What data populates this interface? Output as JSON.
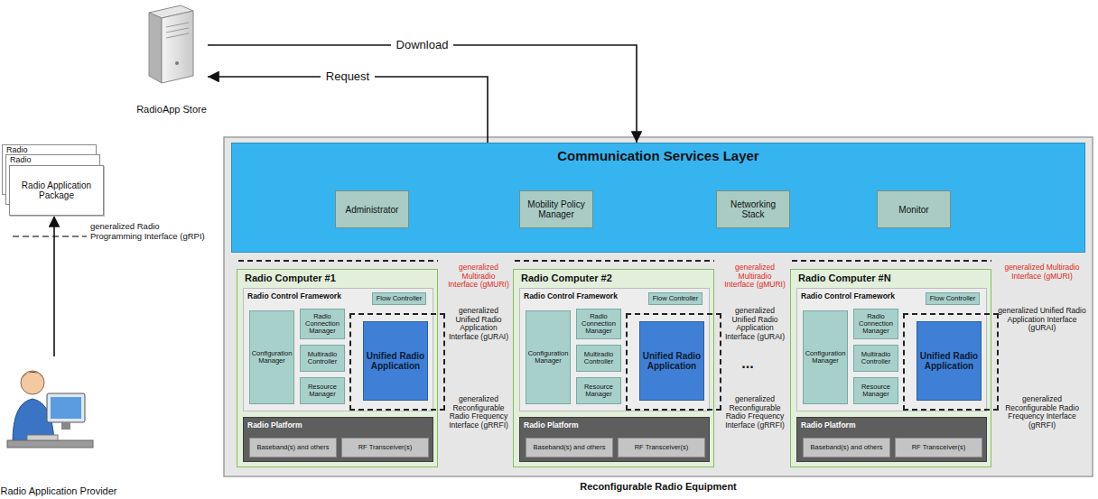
{
  "diagram": {
    "nodes": [
      {
        "text": [
          "RadioApp Store"
        ]
      },
      {
        "text": [
          "Radio Application Package"
        ]
      },
      {
        "text": [
          "Radio Application Provider"
        ]
      },
      {
        "text": [
          "Reconfigurable Radio Equipment"
        ]
      },
      {
        "text": [
          "Communication Services Layer"
        ],
        "in": 3
      },
      {
        "text": [
          "Administrator"
        ],
        "in": 4
      },
      {
        "text": [
          "Mobility Policy Manager"
        ],
        "in": 4
      },
      {
        "text": [
          "Networking Stack"
        ],
        "in": 4
      },
      {
        "text": [
          "Monitor"
        ],
        "in": 4
      },
      {
        "text": [
          "Radio Computer #1"
        ],
        "in": 3
      },
      {
        "text": [
          "Radio Control Framework"
        ],
        "in": 9
      },
      {
        "text": [
          "Flow Controller"
        ],
        "in": 10
      },
      {
        "text": [
          "Configuration Manager"
        ],
        "in": 10
      },
      {
        "text": [
          "Radio Connection Manager"
        ],
        "in": 10
      },
      {
        "text": [
          "Multiradio Controller"
        ],
        "in": 10
      },
      {
        "text": [
          "Resource Manager"
        ],
        "in": 10
      },
      {
        "text": [
          "Unified Radio Application"
        ],
        "in": 10
      },
      {
        "text": [
          "Radio Platform"
        ],
        "in": 9
      },
      {
        "text": [
          "Baseband(s) and others"
        ],
        "in": 17
      },
      {
        "text": [
          "RF Transceiver(s)"
        ],
        "in": 17
      },
      {
        "text": [
          "Radio Computer #2"
        ],
        "in": 3
      },
      {
        "text": [
          "Radio Control Framework"
        ],
        "in": 20
      },
      {
        "text": [
          "Flow Controller"
        ],
        "in": 21
      },
      {
        "text": [
          "Configuration Manager"
        ],
        "in": 21
      },
      {
        "text": [
          "Radio Connection Manager"
        ],
        "in": 21
      },
      {
        "text": [
          "Multiradio Controller"
        ],
        "in": 21
      },
      {
        "text": [
          "Resource Manager"
        ],
        "in": 21
      },
      {
        "text": [
          "Unified Radio Application"
        ],
        "in": 21
      },
      {
        "text": [
          "Radio Platform"
        ],
        "in": 20
      },
      {
        "text": [
          "Baseband(s) and others"
        ],
        "in": 28
      },
      {
        "text": [
          "RF Transceiver(s)"
        ],
        "in": 28
      },
      {
        "text": [
          "Radio Computer #N"
        ],
        "in": 3
      },
      {
        "text": [
          "Radio Control Framework"
        ],
        "in": 31
      },
      {
        "text": [
          "Flow Controller"
        ],
        "in": 32
      },
      {
        "text": [
          "Configuration Manager"
        ],
        "in": 32
      },
      {
        "text": [
          "Radio Connection Manager"
        ],
        "in": 32
      },
      {
        "text": [
          "Multiradio Controller"
        ],
        "in": 32
      },
      {
        "text": [
          "Resource Manager"
        ],
        "in": 32
      },
      {
        "text": [
          "Unified Radio Application"
        ],
        "in": 32
      },
      {
        "text": [
          "Radio Platform"
        ],
        "in": 31
      },
      {
        "text": [
          "Baseband(s) and others"
        ],
        "in": 39
      },
      {
        "text": [
          "RF Transceiver(s)"
        ],
        "in": 39
      }
    ],
    "edges": [
      {
        "from": 0,
        "to": 4,
        "label": "Download",
        "arrow": "to"
      },
      {
        "from": 4,
        "to": 0,
        "label": "Request",
        "arrow": "to"
      },
      {
        "from": 2,
        "to": 1,
        "arrow": "to"
      }
    ],
    "labels": [
      "Radio",
      "Radio",
      "generalized Radio Programming Interface (gRPI)",
      "generalized Multiradio Interface (gMURI)",
      "generalized Unified Radio Application Interface (gURAI)",
      "generalized Reconfigurable Radio Frequency Interface (gRRFI)",
      "generalized Multiradio Interface (gMURI)",
      "generalized Unified Radio Application Interface (gURAI)",
      "generalized Reconfigurable Radio Frequency Interface (gRRFI)",
      "generalized Multiradio Interface (gMURI)",
      "generalized Unified Radio Application Interface (gURAI)",
      "generalized Reconfigurable Radio Frequency Interface (gRRFI)",
      "..."
    ]
  }
}
